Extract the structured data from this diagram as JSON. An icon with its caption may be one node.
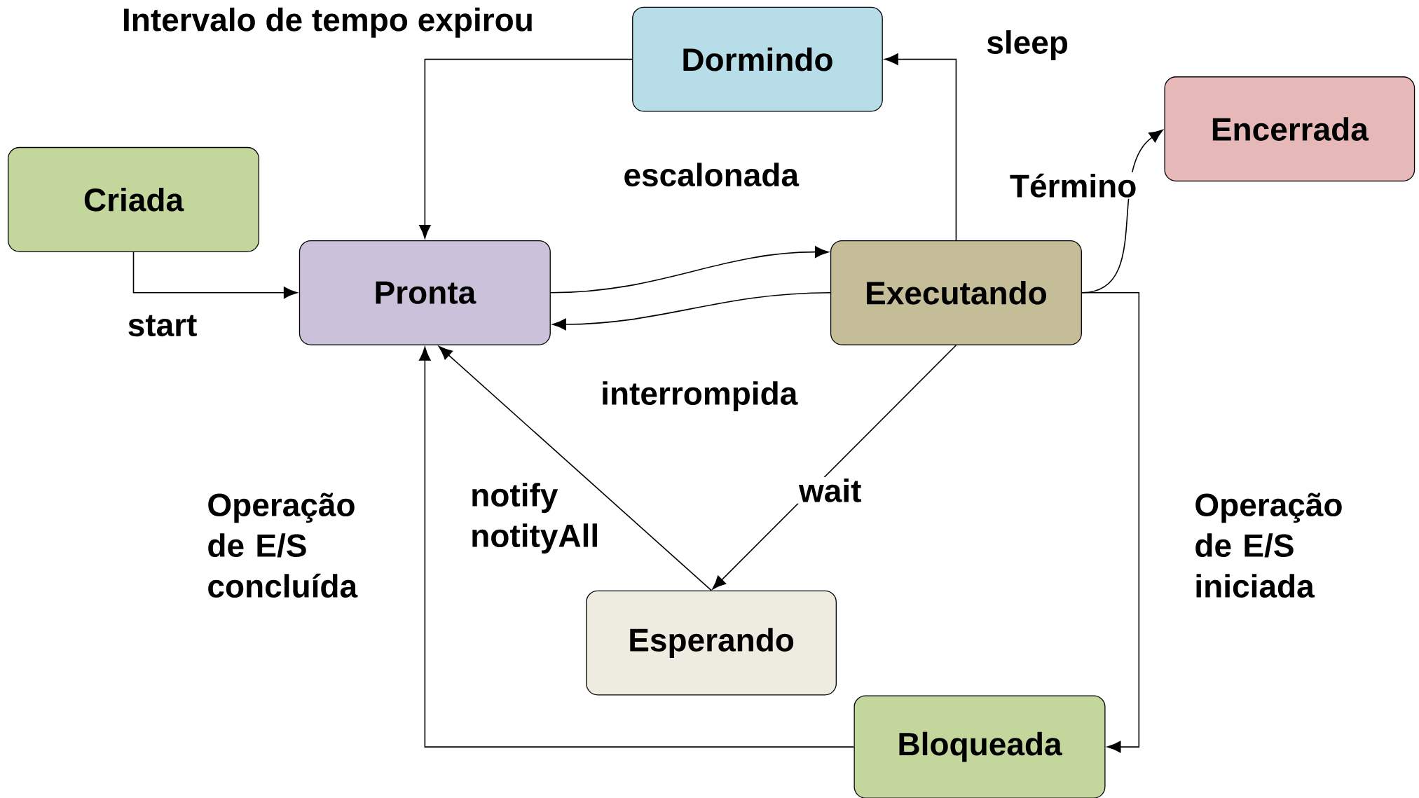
{
  "diagram": {
    "nodes": [
      {
        "text": [
          "Dormindo"
        ]
      },
      {
        "text": [
          "Encerrada"
        ]
      },
      {
        "text": [
          "Criada"
        ]
      },
      {
        "text": [
          "Pronta"
        ]
      },
      {
        "text": [
          "Executando"
        ]
      },
      {
        "text": [
          "Esperando"
        ]
      },
      {
        "text": [
          "Bloqueada"
        ]
      }
    ],
    "edges": [
      {
        "from": 0,
        "to": 3,
        "arrow": "to",
        "label": "Intervalo de tempo expirou"
      },
      {
        "from": 2,
        "to": 3,
        "arrow": "to",
        "label": "start"
      },
      {
        "from": 3,
        "to": 4,
        "arrow": "to",
        "label": "escalonada"
      },
      {
        "from": 4,
        "to": 3,
        "arrow": "to",
        "label": "interrompida"
      },
      {
        "from": 4,
        "to": 0,
        "arrow": "to",
        "label": "sleep"
      },
      {
        "from": 4,
        "to": 1,
        "arrow": "to",
        "label": "Término"
      },
      {
        "from": 4,
        "to": 5,
        "arrow": "to",
        "label": "wait"
      },
      {
        "from": 5,
        "to": 3,
        "arrow": "to",
        "label": "notify notityAll"
      },
      {
        "from": 4,
        "to": 6,
        "arrow": "to",
        "label": "Operação de E/S iniciada"
      },
      {
        "from": 6,
        "to": 3,
        "arrow": "to",
        "label": "Operação de E/S concluída"
      }
    ]
  }
}
